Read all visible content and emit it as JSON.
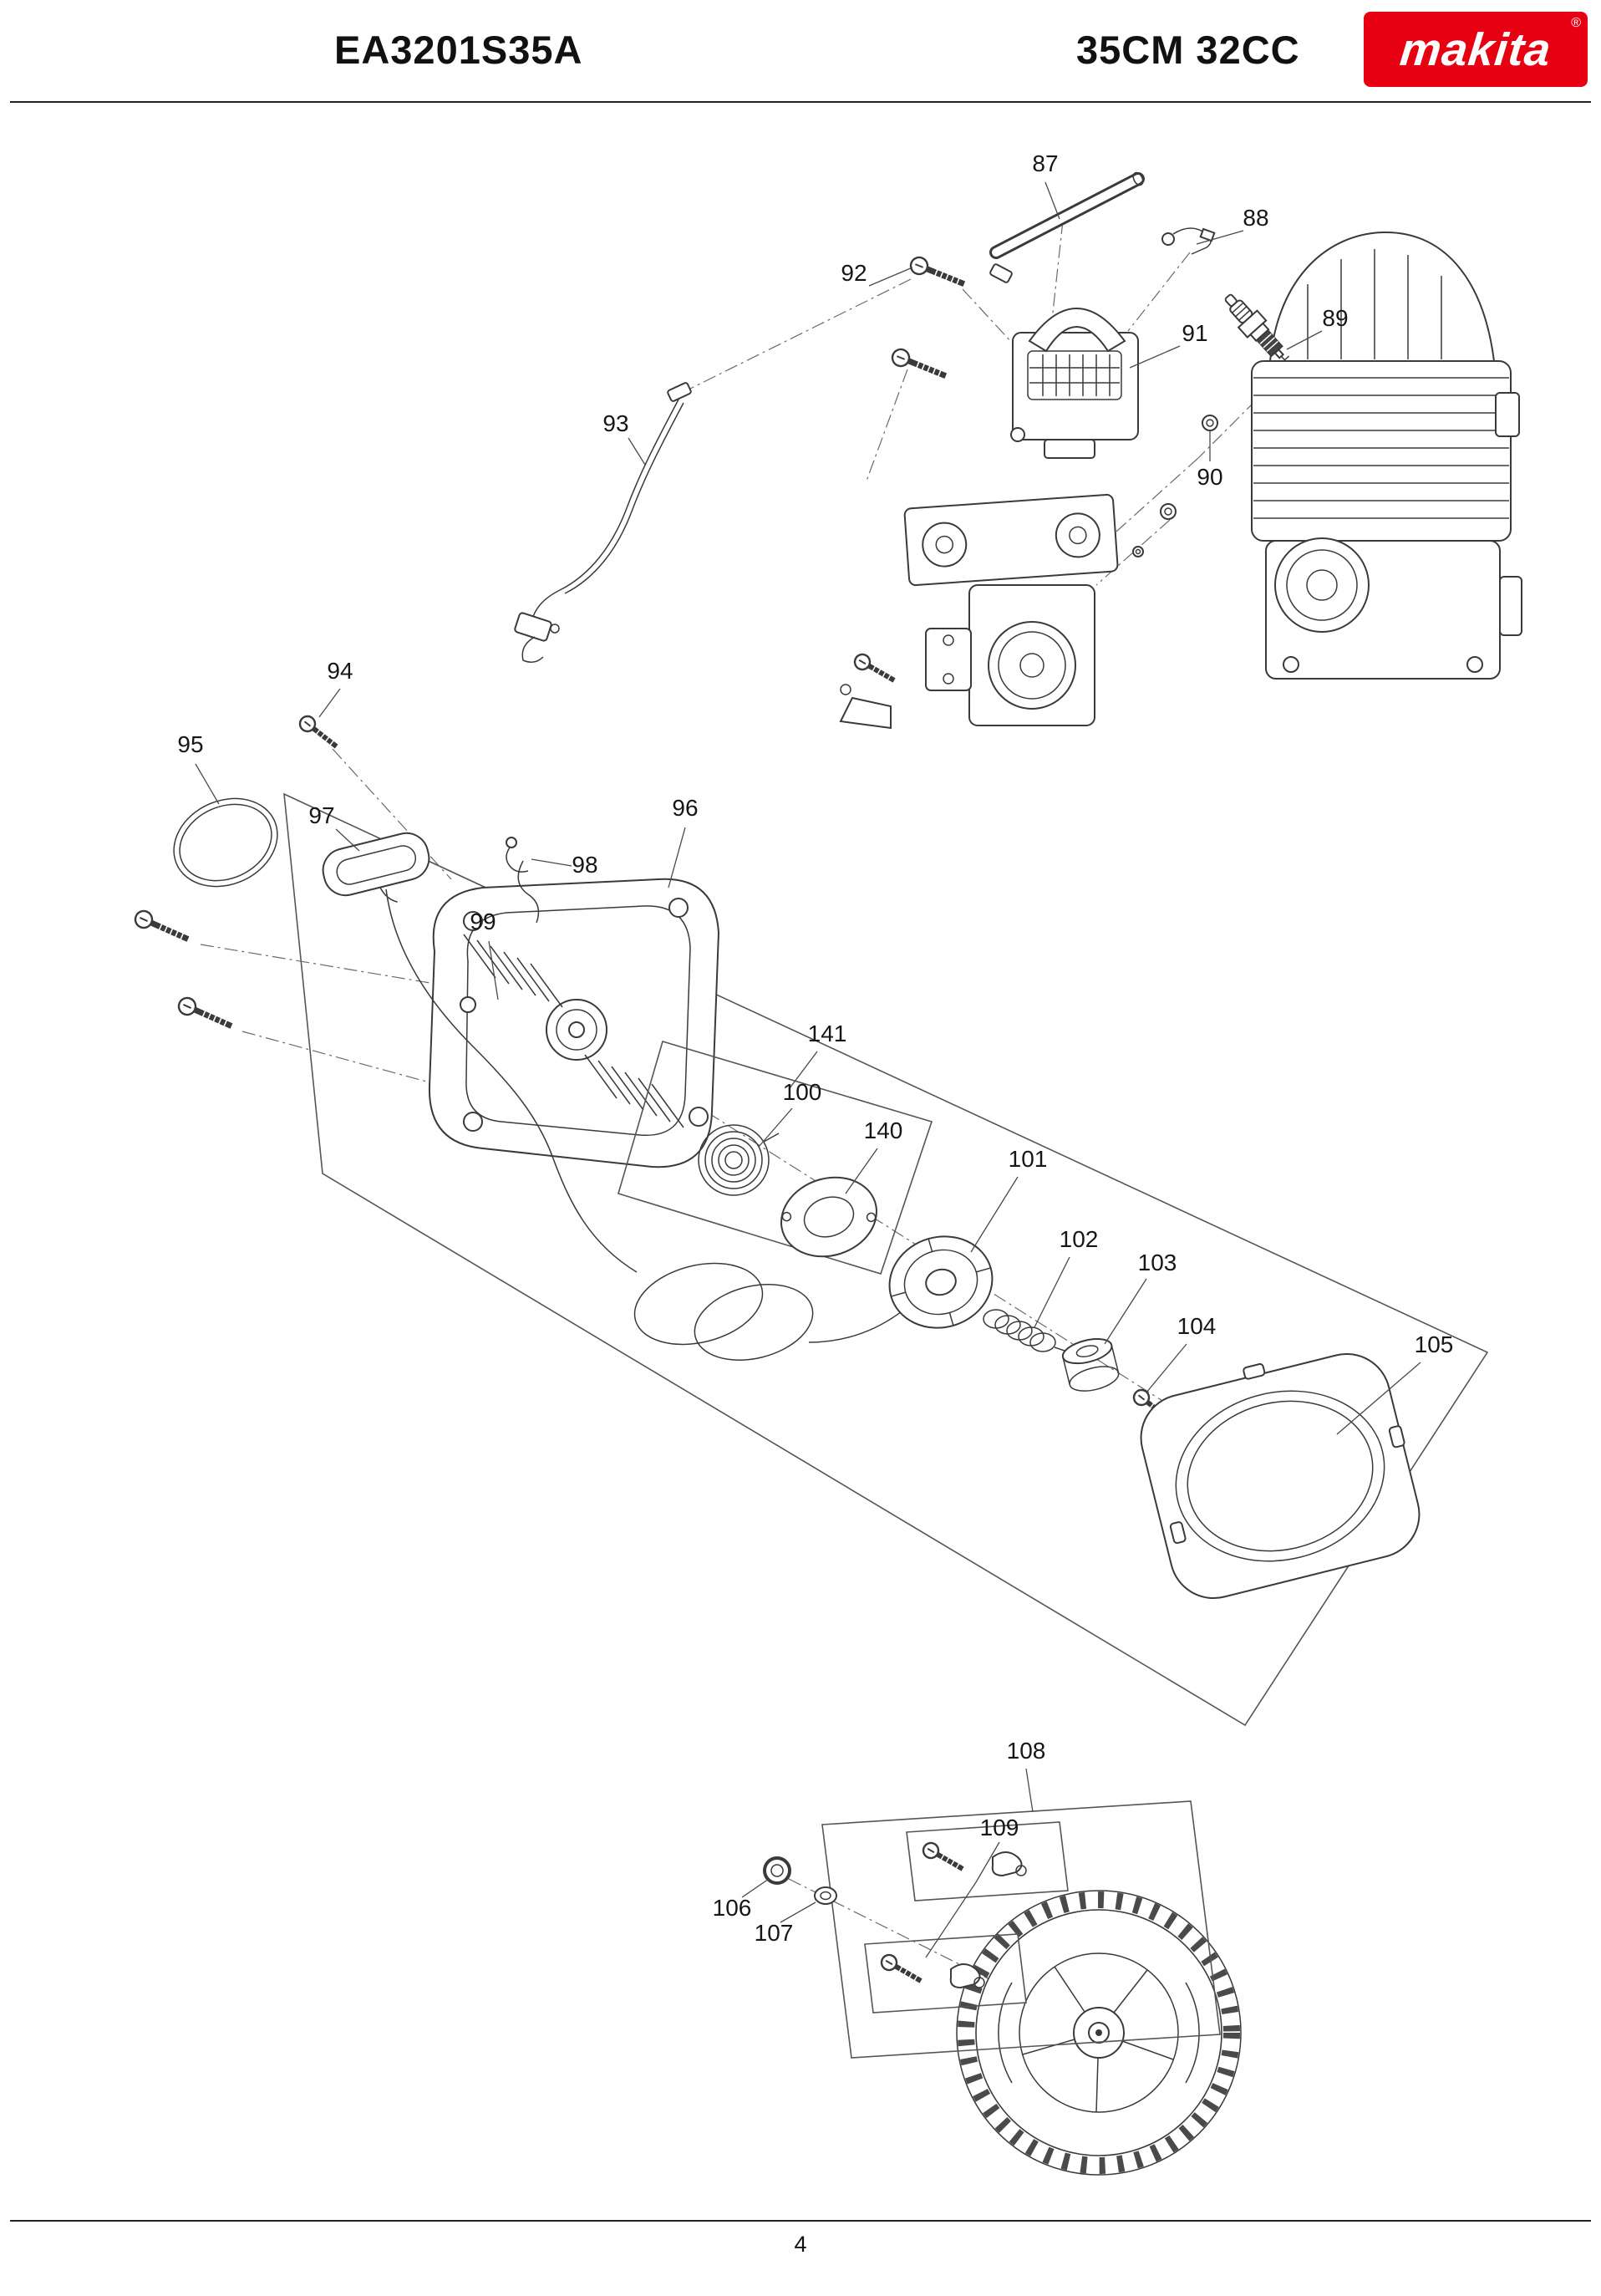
{
  "header": {
    "model": "EA3201S35A",
    "spec": "35CM 32CC",
    "brand": {
      "name": "makita",
      "registered": "®",
      "color": "#e60012"
    }
  },
  "diagram": {
    "labels": {
      "87": "87",
      "88": "88",
      "89": "89",
      "90": "90",
      "91": "91",
      "92": "92",
      "93": "93",
      "94": "94",
      "95": "95",
      "96": "96",
      "97": "97",
      "98": "98",
      "99": "99",
      "100": "100",
      "101": "101",
      "102": "102",
      "103": "103",
      "104": "104",
      "105": "105",
      "106": "106",
      "107": "107",
      "108": "108",
      "109": "109",
      "140": "140",
      "141": "141"
    }
  },
  "footer": {
    "page_number": "4"
  }
}
